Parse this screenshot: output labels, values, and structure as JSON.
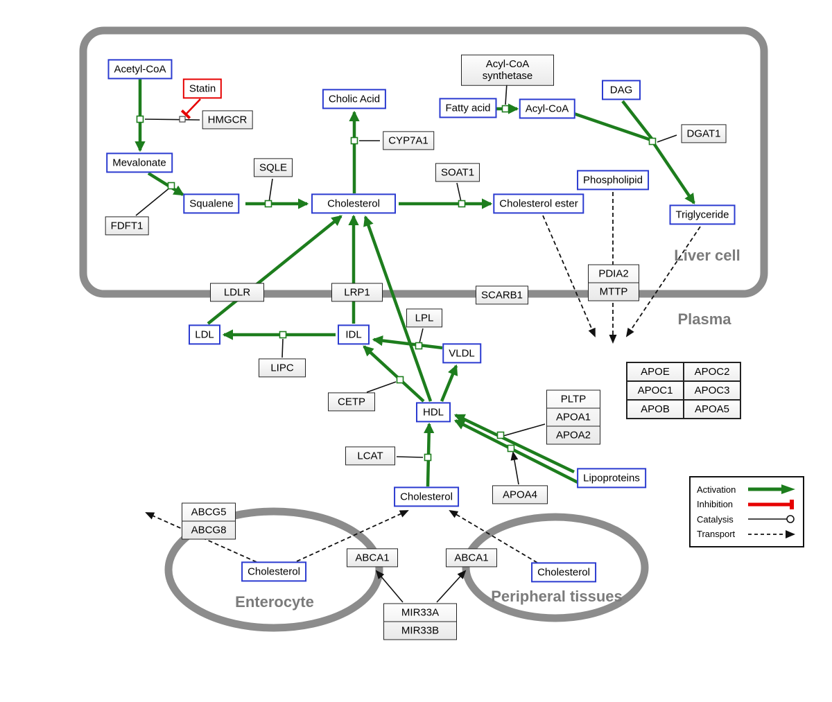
{
  "regions": {
    "liver": "Liver cell",
    "plasma": "Plasma",
    "enterocyte": "Enterocyte",
    "peripheral": "Peripheral tissues"
  },
  "metabolites": {
    "acetyl_coa": "Acetyl-CoA",
    "mevalonate": "Mevalonate",
    "squalene": "Squalene",
    "cholic_acid": "Cholic Acid",
    "cholesterol_liver": "Cholesterol",
    "cholesterol_ester": "Cholesterol ester",
    "fatty_acid": "Fatty acid",
    "acyl_coa": "Acyl-CoA",
    "dag": "DAG",
    "phospholipid": "Phospholipid",
    "triglyceride": "Triglyceride",
    "ldl": "LDL",
    "idl": "IDL",
    "vldl": "VLDL",
    "hdl": "HDL",
    "cholesterol_plasma": "Cholesterol",
    "lipoproteins": "Lipoproteins",
    "cholesterol_enterocyte": "Cholesterol",
    "cholesterol_peripheral": "Cholesterol"
  },
  "enzymes": {
    "statin": "Statin",
    "hmgcr": "HMGCR",
    "fdft1": "FDFT1",
    "sqle": "SQLE",
    "cyp7a1": "CYP7A1",
    "soat1": "SOAT1",
    "acyl_coa_synthetase": "Acyl-CoA synthetase",
    "dgat1": "DGAT1",
    "ldlr": "LDLR",
    "lrp1": "LRP1",
    "scarb1": "SCARB1",
    "lpl": "LPL",
    "lipc": "LIPC",
    "cetp": "CETP",
    "lcat": "LCAT",
    "apoa4": "APOA4",
    "abca1_left": "ABCA1",
    "abca1_right": "ABCA1"
  },
  "stacks": {
    "pdia2_mttp": [
      "PDIA2",
      "MTTP"
    ],
    "pltp_apoa": [
      "PLTP",
      "APOA1",
      "APOA2"
    ],
    "abcg": [
      "ABCG5",
      "ABCG8"
    ],
    "mir33": [
      "MIR33A",
      "MIR33B"
    ]
  },
  "apo_table": {
    "rows": [
      [
        "APOE",
        "APOC2"
      ],
      [
        "APOC1",
        "APOC3"
      ],
      [
        "APOB",
        "APOA5"
      ]
    ]
  },
  "legend": {
    "activation": "Activation",
    "inhibition": "Inhibition",
    "catalysis": "Catalysis",
    "transport": "Transport"
  },
  "colors": {
    "activation_green": "#1d7d1d",
    "inhibition_red": "#e60000",
    "metabolite_border_blue": "#2b3bd0",
    "membrane_gray": "#8c8c8c"
  }
}
